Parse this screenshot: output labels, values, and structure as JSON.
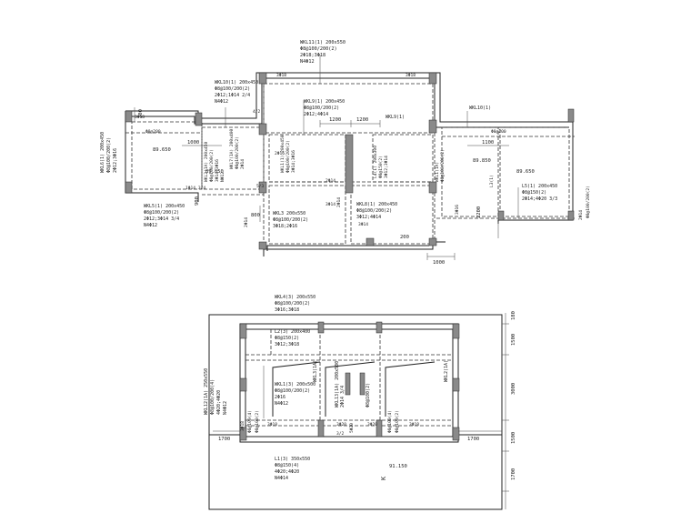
{
  "drawing": {
    "upper_plan": {
      "beam_notes": {
        "wkl11": [
          "WKL11(1) 200x550",
          "Φ8@100/200(2)",
          "2Φ18;3Φ18",
          "N4Φ12"
        ],
        "wkl10_left": [
          "WKL10(1) 200x450",
          "Φ8@100/200(2)",
          "2Φ12;1Φ14 2/4",
          "N4Φ12"
        ],
        "wkl6": [
          "WKL6(1) 200x450",
          "Φ8@100/200(2)",
          "2Φ12;3Φ16"
        ],
        "wkl5": [
          "WKL5(1) 200x450",
          "Φ8@100/200(2)",
          "2Φ12;3Φ14 3/4",
          "N4Φ12"
        ],
        "wkl9": [
          "WKL9(1) 200x450",
          "Φ8@100/200(2)",
          "2Φ12;4Φ14"
        ],
        "wkl9_short": "WKL9(1)",
        "wkl10_right": "WKL10(1)",
        "wkl8": [
          "WKL8(1) 200x450",
          "Φ8@100/200(2)",
          "3Φ12;4Φ14"
        ],
        "l5": [
          "L5(1) 200x450",
          "Φ8@150(2)",
          "2Φ14;4Φ20 3/3"
        ],
        "wkl3": [
          "WKL3 200x550",
          "Φ8@100/200(2)",
          "3Φ18;2Φ16"
        ],
        "wkl2": [
          "WKL2(1A) 200x450",
          "Φ8@100/200(2)",
          "3Φ14;3Φ16",
          "NΦ12"
        ],
        "wkl7": [
          "WKL7(1A) 200x400",
          "Φ8@100/200(2)",
          "2Φ14"
        ],
        "wkl1": [
          "WKL1(1) 200x450",
          "Φ8@100/200(2)",
          "3Φ14;3Φ16"
        ],
        "l4": [
          "L4(1) 200x300",
          "Φ8@150(2)",
          "3Φ12;3Φ14"
        ],
        "wkl1a": [
          "WKL1(1A)",
          "Φ8@100/200(2)"
        ]
      },
      "elevations": {
        "left": "89.650",
        "left2": "89.850",
        "right": "89.850",
        "right2": "89.650"
      },
      "dims": {
        "d1200a": "1200",
        "d1200b": "1200",
        "d1000": "1000",
        "d1100": "1100",
        "d900": "900",
        "d800": "800",
        "d2200": "2200",
        "d1000b": "1000",
        "d700": "700",
        "d200": "200"
      },
      "small_labels": {
        "a": "3Φ18",
        "b": "3Φ18",
        "c": "3Φ18",
        "d": "2Φ14",
        "e": "3Φ14",
        "f": "2Φ16",
        "g": "4/2",
        "h": "5/3",
        "i": "2Φ14",
        "j": "2Φ14",
        "k": "Φ8@200",
        "l": "Φ8@200",
        "m": "1Φ14 3/4",
        "n": "2Φ14",
        "o": "3Φ14",
        "p": "Φ8@100/200(2)",
        "q": "L3(1)",
        "r": "3Φ16"
      }
    },
    "lower_plan": {
      "beam_notes": {
        "wkl4": [
          "WKL4(3) 200x550",
          "Φ8@100/200(2)",
          "3Φ16;3Φ18"
        ],
        "l2": [
          "L2(3) 200x400",
          "Φ8@150(2)",
          "3Φ12;3Φ18"
        ],
        "wkl12": [
          "WKL12(1A) 250x550",
          "Φ8@100/200(4)",
          "4Φ20;4Φ20",
          "N4Φ12"
        ],
        "wkl1": [
          "WKL1(3) 200x500",
          "Φ8@100/200(2)",
          "2Φ16",
          "N4Φ12"
        ],
        "wkl3": "WKL3(1A)",
        "wkl13": [
          "WKL13(1A) 200x500",
          "2Φ14 3/4",
          "Φ8@100(2)"
        ],
        "wkl2": "WKL2(1A)",
        "l1": [
          "L1(3) 350x550",
          "Φ8@150(4)",
          "4Φ20;4Φ20",
          "N4Φ14"
        ]
      },
      "elevation": "91.150",
      "dims": {
        "left": "1700",
        "right": "1700",
        "v1": "1500",
        "v2": "3000",
        "v3": "1500",
        "v4": "1700",
        "top": "180"
      },
      "small_labels": {
        "a": "3Φ18",
        "b": "3Φ18",
        "c": "3Φ20",
        "d": "3Φ20",
        "e": "Φ8@100(4)",
        "f": "Φ8@100(4)",
        "g": "3Φ18",
        "h": "3/2",
        "i": "5Φ20",
        "j": "Φ8@100(2)",
        "k": "Φ8@100(2)"
      },
      "slab_mark": "K"
    }
  }
}
